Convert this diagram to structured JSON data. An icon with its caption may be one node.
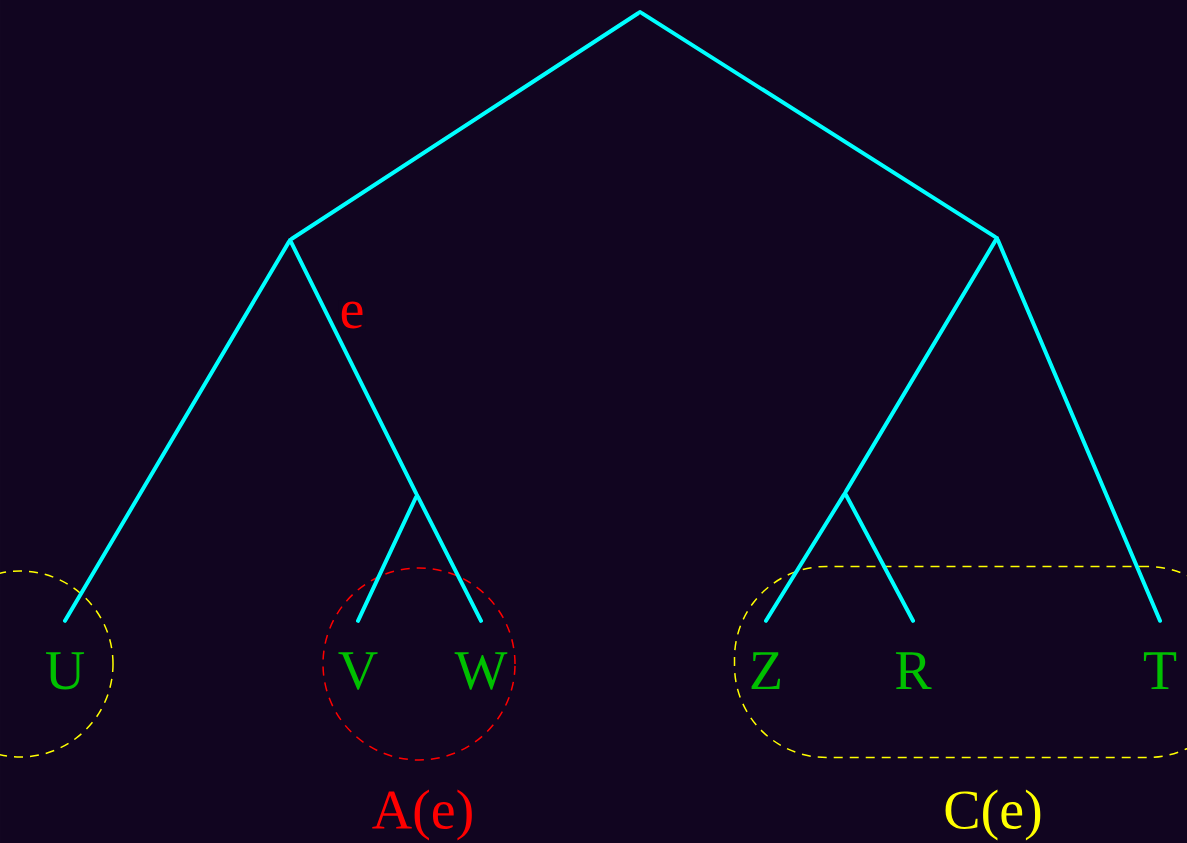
{
  "diagram": {
    "nodes": [
      {
        "text": [],
        "shape": "point"
      },
      {
        "text": [],
        "shape": "point"
      },
      {
        "text": [],
        "shape": "point"
      },
      {
        "text": [],
        "shape": "circle"
      },
      {
        "text": [
          "U"
        ],
        "in": 3
      },
      {
        "text": [],
        "shape": "point"
      },
      {
        "text": [
          "A(e)"
        ]
      },
      {
        "text": [
          "V"
        ],
        "in": 6
      },
      {
        "text": [
          "W"
        ],
        "in": 6
      },
      {
        "text": [],
        "shape": "point"
      },
      {
        "text": [
          "C(e)"
        ]
      },
      {
        "text": [
          "Z"
        ],
        "in": 10
      },
      {
        "text": [
          "R"
        ],
        "in": 10
      },
      {
        "text": [
          "T"
        ],
        "in": 10
      }
    ],
    "edges": [
      {
        "from": 0,
        "to": 1,
        "arrow": "none"
      },
      {
        "from": 0,
        "to": 2,
        "arrow": "none"
      },
      {
        "from": 1,
        "to": 4,
        "arrow": "none"
      },
      {
        "from": 1,
        "to": 5,
        "arrow": "none",
        "label": "e"
      },
      {
        "from": 5,
        "to": 7,
        "arrow": "none"
      },
      {
        "from": 5,
        "to": 8,
        "arrow": "none"
      },
      {
        "from": 2,
        "to": 9,
        "arrow": "none"
      },
      {
        "from": 2,
        "to": 13,
        "arrow": "none"
      },
      {
        "from": 9,
        "to": 11,
        "arrow": "none"
      },
      {
        "from": 9,
        "to": 12,
        "arrow": "none"
      }
    ]
  }
}
